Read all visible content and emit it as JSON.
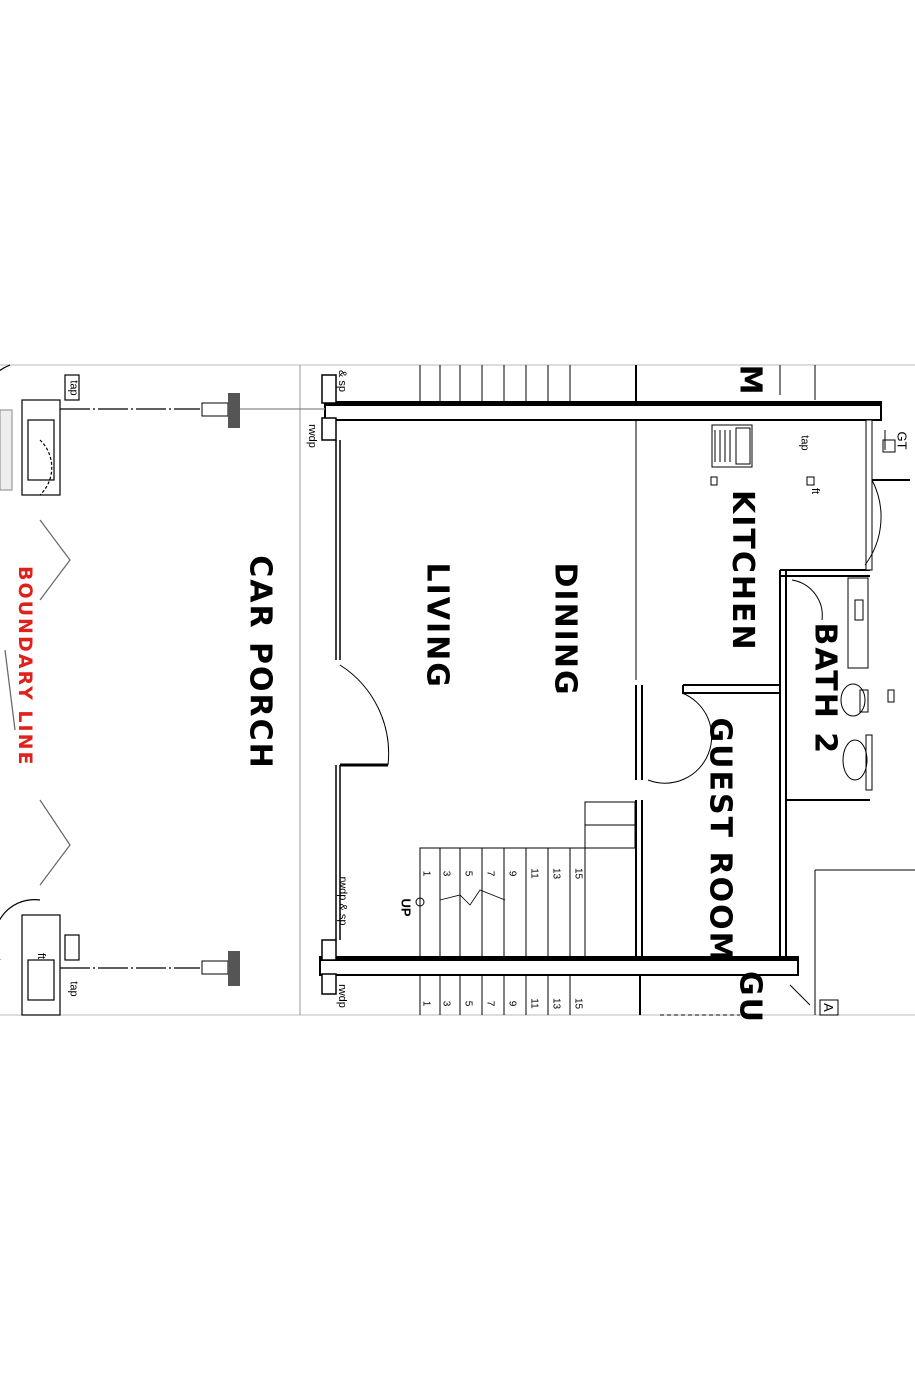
{
  "rooms": {
    "car_porch": "CAR PORCH",
    "living": "LIVING",
    "dining": "DINING",
    "kitchen": "KITCHEN",
    "bath2": "BATH 2",
    "guest_room": "GUEST ROOM",
    "guest_room_partial": "GU",
    "top_partial": "M"
  },
  "boundary_line": "BOUNDARY LINE",
  "annotations": {
    "tap_left_top": "tap",
    "tap_left_bottom": "tap",
    "ft_left_bottom": "ft",
    "rwdp_sp_top": "& sp",
    "rwdp_top": "rwdp",
    "rwdp_sp_bottom": "rwdp & sp",
    "rwdp_bottom": "rwdp",
    "tap_kitchen": "tap",
    "ft_kitchen": "ft",
    "gt": "GT",
    "up": "UP",
    "a_partial": "A"
  },
  "stairs": {
    "steps_main": [
      "1",
      "3",
      "5",
      "7",
      "9",
      "11",
      "13",
      "15"
    ],
    "steps_next": [
      "1",
      "3",
      "5",
      "7",
      "9",
      "11",
      "13",
      "15"
    ]
  },
  "colors": {
    "ink": "#000000",
    "wall": "#111111",
    "boundary": "#e0201a",
    "pillar": "#555555"
  }
}
